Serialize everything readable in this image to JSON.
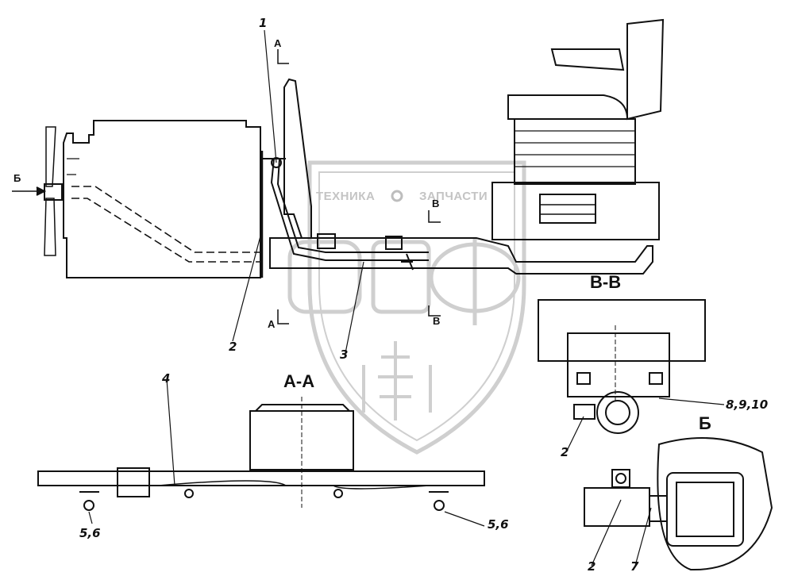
{
  "watermark": {
    "left_text": "ТЕХНИКА",
    "right_text": "ЗАПЧАСТИ",
    "logo_text": "ЭНФ"
  },
  "views": {
    "section_aa": "А-А",
    "section_vv": "В-В",
    "view_b": "Б"
  },
  "cut_marks": {
    "a_top": "А",
    "a_bottom": "А",
    "v_top": "В",
    "v_bottom": "В",
    "b_arrow": "Б"
  },
  "callouts": {
    "item_1": "1",
    "item_2_main": "2",
    "item_3": "3",
    "item_4": "4",
    "item_56_left": "5,6",
    "item_56_right": "5,6",
    "item_2_vv": "2",
    "item_8910": "8,9,10",
    "item_2_b": "2",
    "item_7": "7"
  },
  "colors": {
    "line": "#111111",
    "watermark": "#c8c8c8"
  }
}
